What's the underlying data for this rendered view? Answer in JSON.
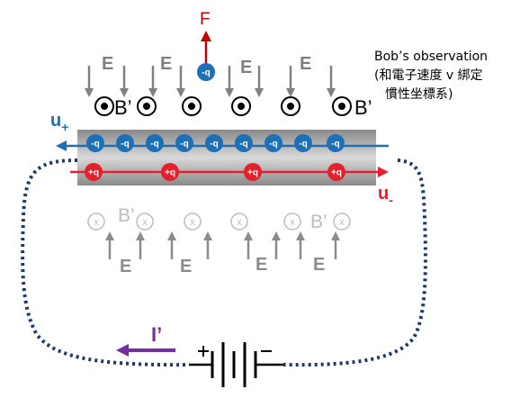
{
  "observer": {
    "line1": "Bob’s observation",
    "line2": "(和電子速度 v 綁定",
    "line3": "慣性坐標系)"
  },
  "labels": {
    "force": "F",
    "electric_field": "E",
    "magnetic_field": "B’",
    "u_plus": "u",
    "u_plus_sub": "+",
    "u_minus": "u",
    "u_minus_sub": "-",
    "current": "I’",
    "neg_charge": "-q",
    "pos_charge": "+q",
    "into_page": "x"
  },
  "colors": {
    "blue": "#1f6fb4",
    "red": "#e3202c",
    "grey": "#808080",
    "light_grey": "#bdbdbd",
    "dark_red": "#c00000",
    "purple": "#7030a0",
    "navy": "#1f3864"
  }
}
